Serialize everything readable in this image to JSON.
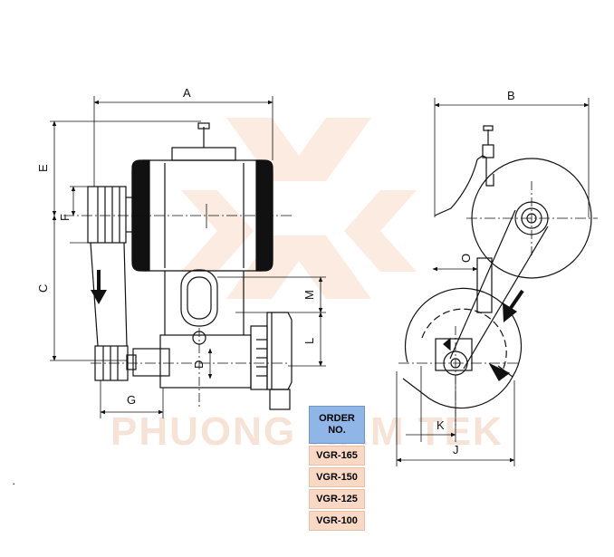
{
  "dimension_labels": {
    "a": "A",
    "b": "B",
    "c": "C",
    "d": "D",
    "e": "E",
    "f": "F",
    "g": "G",
    "j": "J",
    "k": "K",
    "l": "L",
    "m": "M",
    "o": "O"
  },
  "order_table": {
    "header": "ORDER NO.",
    "models": [
      "VGR-165",
      "VGR-150",
      "VGR-125",
      "VGR-100"
    ]
  },
  "watermark": {
    "text": "PHUONG NAM TEK"
  },
  "colors": {
    "line": "#111111",
    "header_fill": "#8fb6e6",
    "cell_fill": "#f9d9c4",
    "watermark": "#f6e3d6"
  }
}
